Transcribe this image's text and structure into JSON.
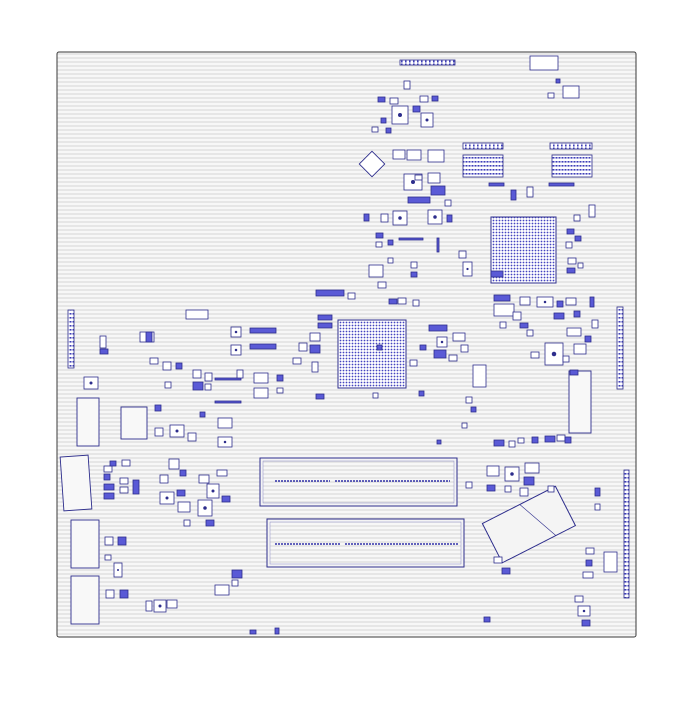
{
  "title": "",
  "colors": {
    "background": "#ffffff",
    "board_fill": "#f6f6f6",
    "hatch": "#c4c4c4",
    "outline": "#3a3a3a",
    "component": "#2d2d8c",
    "pad": "#5a5ad6",
    "silk": "#1a1a1a"
  },
  "layers": {
    "board": "pcb-outline",
    "bga": "bga-packages",
    "connectors": "edge-connectors",
    "slots": "memory-slots",
    "passives": "passive-components"
  }
}
